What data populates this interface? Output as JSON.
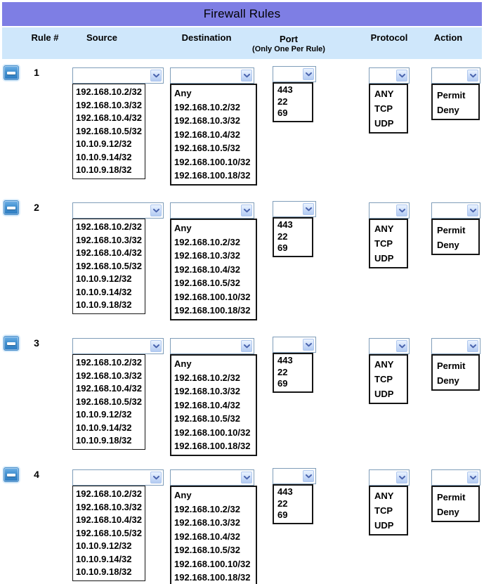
{
  "header": {
    "title": "Firewall Rules",
    "columns": {
      "rule": "Rule #",
      "source": "Source",
      "destination": "Destination",
      "port": "Port",
      "port_note": "(Only One Per Rule)",
      "protocol": "Protocol",
      "action": "Action"
    }
  },
  "options": {
    "source": [
      "192.168.10.2/32",
      "192.168.10.3/32",
      "192.168.10.4/32",
      "192.168.10.5/32",
      "10.10.9.12/32",
      "10.10.9.14/32",
      "10.10.9.18/32"
    ],
    "destination": [
      "Any",
      "192.168.10.2/32",
      "192.168.10.3/32",
      "192.168.10.4/32",
      "192.168.10.5/32",
      "192.168.100.10/32",
      "192.168.100.18/32"
    ],
    "port": [
      "443",
      "22",
      "69"
    ],
    "protocol": [
      "ANY",
      "TCP",
      "UDP"
    ],
    "action": [
      "Permit",
      "Deny"
    ]
  },
  "rules": [
    {
      "number": "1",
      "source_selected": "",
      "destination_selected": "",
      "port_selected": "",
      "protocol_selected": "",
      "action_selected": ""
    },
    {
      "number": "2",
      "source_selected": "",
      "destination_selected": "",
      "port_selected": "",
      "protocol_selected": "",
      "action_selected": ""
    },
    {
      "number": "3",
      "source_selected": "",
      "destination_selected": "",
      "port_selected": "",
      "protocol_selected": "",
      "action_selected": ""
    },
    {
      "number": "4",
      "source_selected": "",
      "destination_selected": "",
      "port_selected": "",
      "protocol_selected": "",
      "action_selected": ""
    }
  ],
  "colors": {
    "title_bar": "#7e7ee4",
    "header_band": "#cfe7fb",
    "combo_border": "#7f9db9",
    "combo_button": "#bdd3f3",
    "chevron": "#4a64ad",
    "minus_button": "#3a86c8",
    "list_border": "#161616",
    "text": "#000000"
  }
}
